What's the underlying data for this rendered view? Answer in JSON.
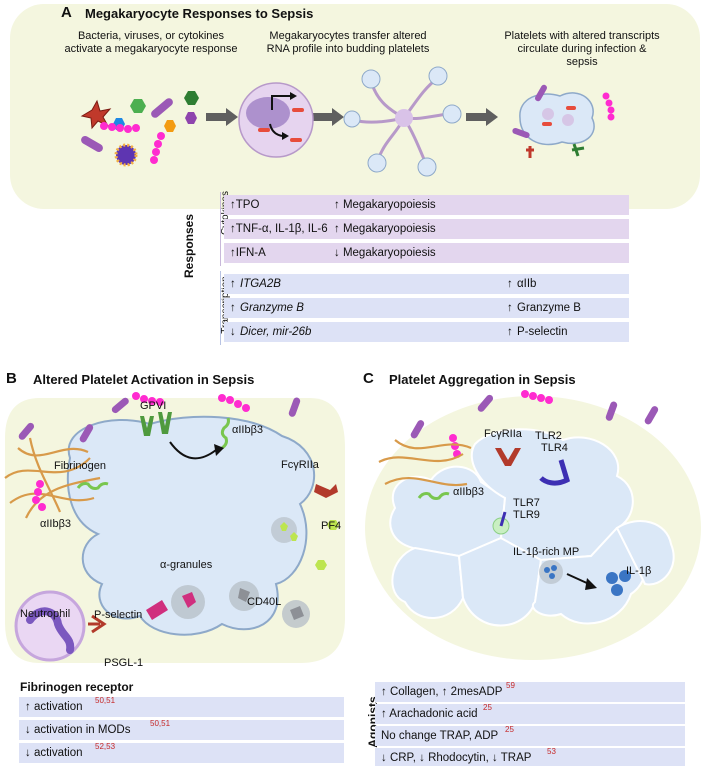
{
  "panelA": {
    "letter": "A",
    "title": "Megakaryocyte Responses to Sepsis",
    "captions": [
      "Bacteria, viruses, or cytokines activate a megakaryocyte response",
      "Megakaryocytes transfer altered RNA profile into budding platelets",
      "Platelets with altered transcripts circulate during infection & sepsis"
    ],
    "responses_label": "Responses",
    "cytokines_label": "Cytokines",
    "transcription_label": "Transcription",
    "cytokine_rows": [
      {
        "left": "↑TPO",
        "right": "↑ Megakaryopoiesis"
      },
      {
        "left": "↑TNF-α, IL-1β, IL-6",
        "right": "↑ Megakaryopoiesis"
      },
      {
        "left": "↑IFN-A",
        "right": "↓ Megakaryopoiesis"
      }
    ],
    "transcription_rows": [
      {
        "arrow": "↑",
        "left": "ITGA2B",
        "right_arrow": "↑",
        "right": "αIIb"
      },
      {
        "arrow": "↑",
        "left": "Granzyme B",
        "right_arrow": "↑",
        "right": "Granzyme B"
      },
      {
        "arrow": "↓",
        "left": "Dicer, mir-26b",
        "right_arrow": "↑",
        "right": "P-selectin"
      }
    ]
  },
  "panelB": {
    "letter": "B",
    "title": "Altered Platelet Activation in Sepsis",
    "labels": {
      "gpvi": "GPVI",
      "aiib_top": "αIIbβ3",
      "fibrinogen": "Fibrinogen",
      "fcgriia": "FcγRIIa",
      "aiib_left": "αIIbβ3",
      "pf4": "PF4",
      "granules": "α-granules",
      "cd40l": "CD40L",
      "neutrophil": "Neutrophil",
      "pselectin": "P-selectin",
      "psgl": "PSGL-1"
    },
    "table_title": "Fibrinogen receptor",
    "rows": [
      {
        "text": "↑ activation",
        "ref": "50,51"
      },
      {
        "text": "↓ activation in MODs",
        "ref": "50,51"
      },
      {
        "text": "↓ activation",
        "ref": "52,53"
      }
    ]
  },
  "panelC": {
    "letter": "C",
    "title": "Platelet Aggregation in Sepsis",
    "labels": {
      "fcgriia": "FcγRIIa",
      "tlr2": "TLR2",
      "tlr4": "TLR4",
      "aiib": "αIIbβ3",
      "tlr7": "TLR7",
      "tlr9": "TLR9",
      "mp": "IL-1β-rich MP",
      "il1b": "IL-1β"
    },
    "agonists_label": "Agonists",
    "rows": [
      {
        "text": "↑ Collagen, ↑ 2mesADP",
        "ref": "59"
      },
      {
        "text": "↑ Arachadonic acid",
        "ref": "25"
      },
      {
        "text": "No change TRAP, ADP",
        "ref": "25"
      },
      {
        "text": "↓ CRP,  ↓ Rhodocytin, ↓ TRAP",
        "ref": "53"
      }
    ]
  },
  "colors": {
    "panel_bg": "#f4f6df",
    "cytokine_row": "#e3d6ee",
    "transcription_row": "#dde2f6",
    "platelet": "#dbe8f7",
    "platelet_stroke": "#8ea9c9",
    "ref": "#c62828"
  }
}
